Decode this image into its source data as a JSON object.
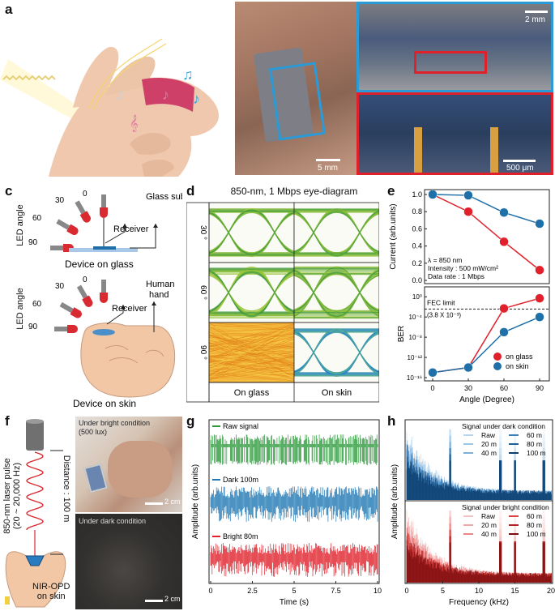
{
  "panels": [
    "a",
    "b",
    "c",
    "d",
    "e",
    "f",
    "g",
    "h"
  ],
  "panel_b": {
    "scale_main": "5 mm",
    "scale_zoom1": "2 mm",
    "scale_zoom2": "500 μm"
  },
  "panel_c": {
    "ylabel": "LED angle",
    "angles": [
      "0",
      "30",
      "60",
      "90"
    ],
    "degree": "°",
    "glass_label": "Glass substrate",
    "receiver": "Receiver",
    "device_glass": "Device on glass",
    "hand_label": "Human hand",
    "device_skin": "Device on skin"
  },
  "panel_d": {
    "title": "850-nm, 1 Mbps eye-diagram",
    "rows": [
      "30 °",
      "60 °",
      "90 °"
    ],
    "cols": [
      "On glass",
      "On skin"
    ]
  },
  "panel_e": {
    "top_ylabel": "Current (arb.units)",
    "bottom_ylabel": "BER",
    "xlabel": "Angle (Degree)",
    "annot_lambda": "λ = 850 nm",
    "annot_intensity": "Intensity : 500 mW/cm²",
    "annot_rate": "Data rate : 1 Mbps",
    "fec_label": "FEC limit",
    "fec_value": "(3.8 X 10⁻³)",
    "legend": [
      "on glass",
      "on skin"
    ]
  },
  "panel_f": {
    "laser_label": "850-nm laser pulse",
    "laser_range": "(20 ~ 20,000 Hz)",
    "distance": "Distance : 100 m",
    "device": "NIR-OPD",
    "device2": "on skin",
    "bright_label": "Under bright condition",
    "bright_lux": "(500 lux)",
    "dark_label": "Under dark condition",
    "scale": "2 cm"
  },
  "panel_g": {
    "ylabel": "Amplitude (arb.units)",
    "xlabel": "Time (s)",
    "legend": [
      "Raw signal",
      "Dark 100m",
      "Bright 80m"
    ]
  },
  "panel_h": {
    "ylabel": "Amplitude (arb.units)",
    "xlabel": "Frequency (kHz)",
    "dark_title": "Signal under dark condition",
    "bright_title": "Signal under bright condition",
    "legend": [
      "Raw",
      "20 m",
      "40 m",
      "60 m",
      "80 m",
      "100 m"
    ]
  },
  "chart_data": [
    {
      "type": "line",
      "title": "",
      "xlabel": "Angle (Degree)",
      "ylabel": "Current (arb.units)",
      "x": [
        0,
        30,
        60,
        90
      ],
      "ylim": [
        0.0,
        1.0
      ],
      "xticks": [
        "0",
        "30",
        "60",
        "90"
      ],
      "yticks": [
        "0.0",
        "0.2",
        "0.4",
        "0.6",
        "0.8",
        "1.0"
      ],
      "series": [
        {
          "name": "on glass",
          "color": "#e0202a",
          "values": [
            1.0,
            0.8,
            0.45,
            0.12
          ]
        },
        {
          "name": "on skin",
          "color": "#1f6fa8",
          "values": [
            1.0,
            0.99,
            0.79,
            0.66
          ]
        }
      ]
    },
    {
      "type": "line",
      "title": "",
      "xlabel": "Angle (Degree)",
      "ylabel": "BER",
      "scale": "log",
      "x": [
        0,
        30,
        60,
        90
      ],
      "ylim": [
        1e-16,
        10.0
      ],
      "yticks": [
        "10⁰",
        "10⁻⁴",
        "10⁻⁸",
        "10⁻¹²",
        "10⁻¹⁶"
      ],
      "fec_limit": 0.0038,
      "series": [
        {
          "name": "on glass",
          "color": "#e0202a",
          "values": [
            1e-15,
            1e-14,
            0.005,
            0.5
          ]
        },
        {
          "name": "on skin",
          "color": "#1f6fa8",
          "values": [
            1e-15,
            1e-14,
            1e-07,
            0.0001
          ]
        }
      ]
    },
    {
      "type": "line",
      "xlabel": "Time (s)",
      "ylabel": "Amplitude (arb.units)",
      "xlim": [
        0,
        10
      ],
      "xticks": [
        "0",
        "2.5",
        "5",
        "7.5",
        "10"
      ],
      "series": [
        {
          "name": "Raw signal",
          "color": "#2e9a3c"
        },
        {
          "name": "Dark 100m",
          "color": "#1f78b4"
        },
        {
          "name": "Bright 80m",
          "color": "#e0202a"
        }
      ]
    },
    {
      "type": "line",
      "xlabel": "Frequency (kHz)",
      "ylabel": "Amplitude (arb.units)",
      "xlim": [
        0,
        20
      ],
      "xticks": [
        "0",
        "5",
        "10",
        "15",
        "20"
      ],
      "peaks_khz": [
        6,
        13,
        15,
        19
      ],
      "series": [
        {
          "name": "Raw",
          "color": "#9fc9e6"
        },
        {
          "name": "20 m",
          "color": "#8ab9dc"
        },
        {
          "name": "40 m",
          "color": "#6ea3cf"
        },
        {
          "name": "60 m",
          "color": "#3b7db7"
        },
        {
          "name": "80 m",
          "color": "#1f5f98"
        },
        {
          "name": "100 m",
          "color": "#0c3c6c"
        }
      ]
    }
  ]
}
